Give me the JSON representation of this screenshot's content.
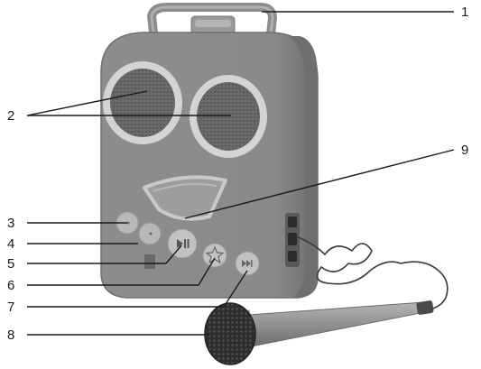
{
  "callouts": [
    {
      "number": "1"
    },
    {
      "number": "2"
    },
    {
      "number": "3"
    },
    {
      "number": "4"
    },
    {
      "number": "5"
    },
    {
      "number": "6"
    },
    {
      "number": "7"
    },
    {
      "number": "8"
    },
    {
      "number": "9"
    }
  ],
  "colors": {
    "body": "#8a8a8a",
    "body_dark": "#6f6f6f",
    "ring": "#cfcfcf",
    "grille": "#5e5e5e",
    "leader": "#1a1a1a",
    "mic_head": "#3a3a3a"
  },
  "icons": {
    "button_5": "play-pause-icon",
    "button_6": "star-icon",
    "button_7": "skip-forward-icon"
  }
}
